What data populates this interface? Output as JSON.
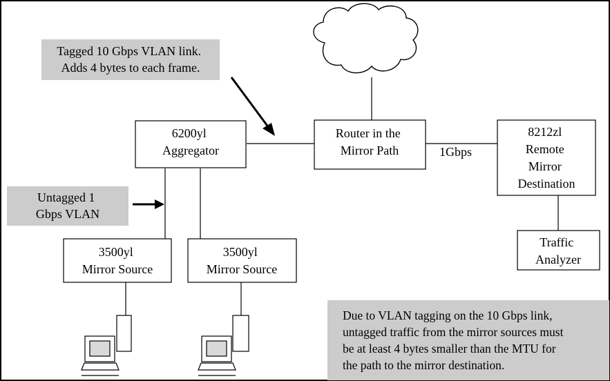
{
  "callouts": {
    "tagged_link": [
      "Tagged 10 Gbps VLAN link.",
      "Adds 4 bytes to each frame."
    ],
    "untagged_vlan": [
      "Untagged 1",
      "Gbps VLAN"
    ],
    "mtu_note": [
      "Due to VLAN tagging on the 10 Gbps link,",
      "untagged traffic from the mirror sources must",
      "be at least 4 bytes smaller than the MTU for",
      "the path to the mirror destination."
    ]
  },
  "nodes": {
    "aggregator": [
      "6200yl",
      "Aggregator"
    ],
    "router": [
      "Router in the",
      "Mirror Path"
    ],
    "destination": [
      "8212zl",
      "Remote",
      "Mirror",
      "Destination"
    ],
    "analyzer": [
      "Traffic",
      "Analyzer"
    ],
    "source_left": [
      "3500yl",
      "Mirror Source"
    ],
    "source_right": [
      "3500yl",
      "Mirror Source"
    ]
  },
  "links": {
    "router_to_destination": "1Gbps"
  },
  "colors": {
    "callout_fill": "#cccccc",
    "stroke": "#000000",
    "screen_fill": "#d9d9d9"
  }
}
